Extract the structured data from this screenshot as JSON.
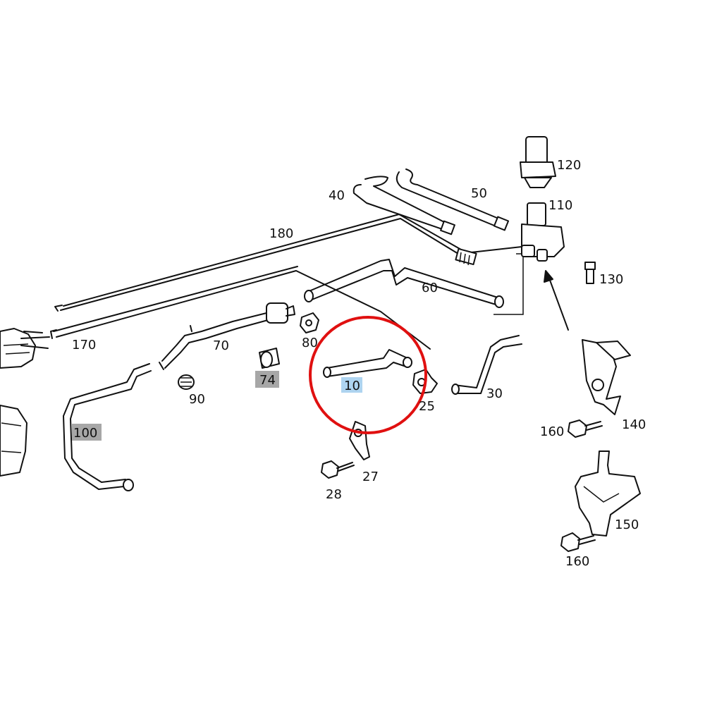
{
  "labels": {
    "l10": "10",
    "l25": "25",
    "l27": "27",
    "l28": "28",
    "l30": "30",
    "l40": "40",
    "l50": "50",
    "l60": "60",
    "l70": "70",
    "l74": "74",
    "l80": "80",
    "l90": "90",
    "l100": "100",
    "l110": "110",
    "l120": "120",
    "l130": "130",
    "l140": "140",
    "l150": "150",
    "l160a": "160",
    "l160b": "160",
    "l170": "170",
    "l180": "180"
  },
  "highlight_colors": {
    "selected": "#aed4f0",
    "gray": "#a7a7a7",
    "circle": "#e01010"
  }
}
